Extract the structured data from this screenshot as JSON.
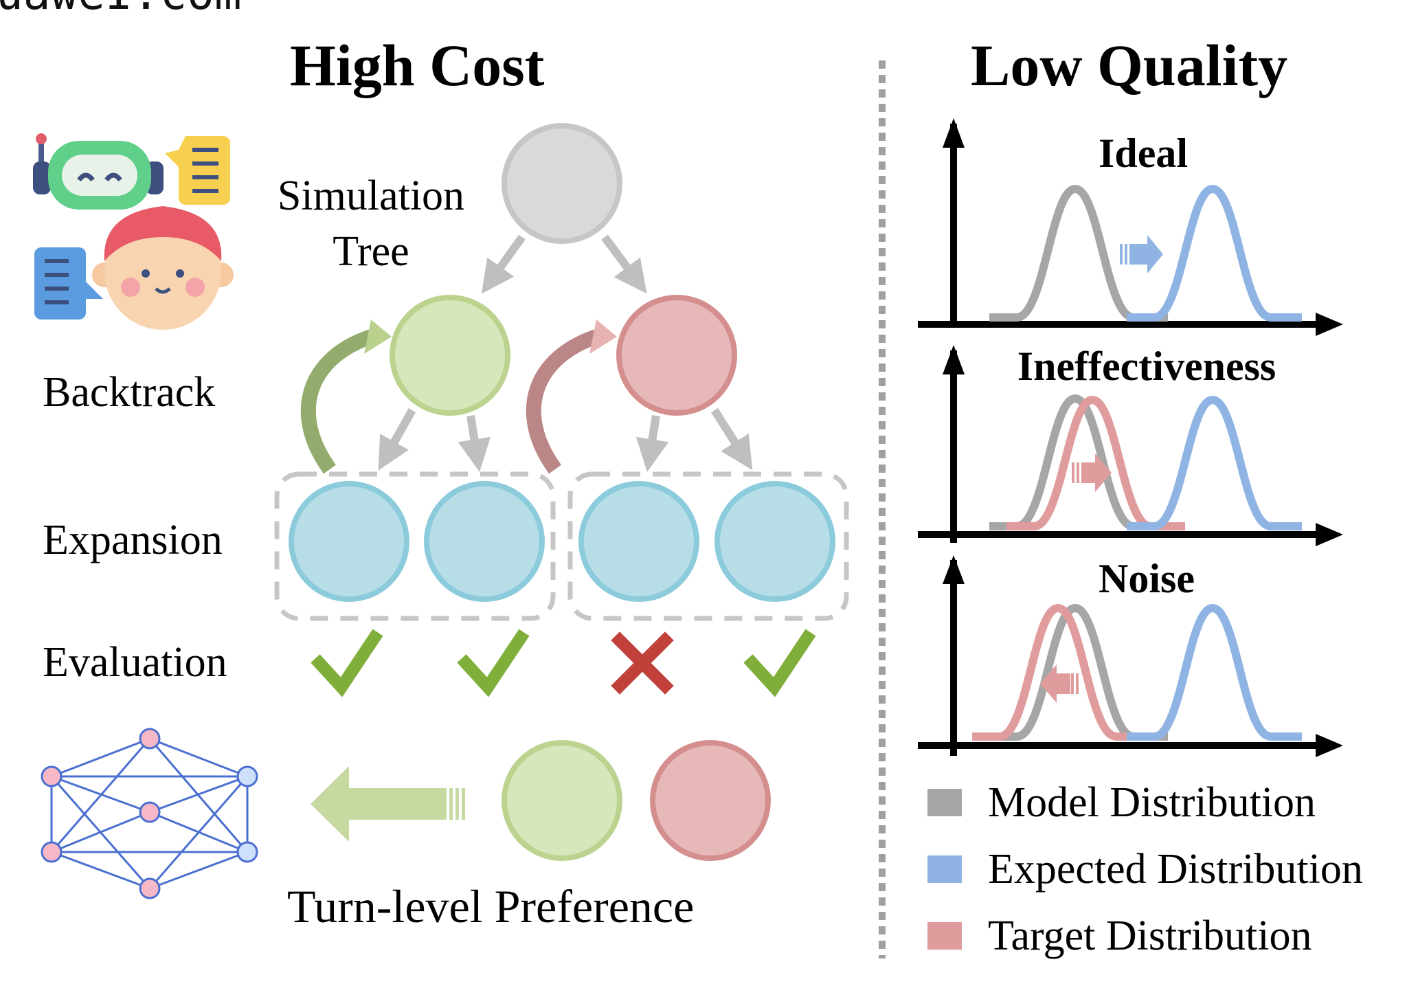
{
  "top_cropped_text": "uaweI.com",
  "left_panel": {
    "title": "High Cost",
    "simulation_tree_label": [
      "Simulation",
      "Tree"
    ],
    "row_labels": {
      "backtrack": "Backtrack",
      "expansion": "Expansion",
      "evaluation": "Evaluation"
    },
    "evaluation_marks": [
      "check",
      "check",
      "cross",
      "check"
    ],
    "footer_label": "Turn-level Preference"
  },
  "right_panel": {
    "title": "Low Quality",
    "plots": [
      {
        "title": "Ideal",
        "arrow_direction": "right",
        "arrow_color": "blue"
      },
      {
        "title": "Ineffectiveness",
        "arrow_direction": "right",
        "arrow_color": "red"
      },
      {
        "title": "Noise",
        "arrow_direction": "left",
        "arrow_color": "red"
      }
    ],
    "legend": [
      {
        "label": "Model Distribution",
        "color": "#a6a6a6"
      },
      {
        "label": "Expected Distribution",
        "color": "#8fb4e3"
      },
      {
        "label": "Target Distribution",
        "color": "#e09c9c"
      }
    ]
  },
  "colors": {
    "gray_node": "#d9d9d9",
    "gray_node_stroke": "#bfbfbf",
    "green_node": "#d8e6bc",
    "green_node_stroke": "#bcd38f",
    "red_node": "#e6b8b8",
    "red_node_stroke": "#d48e8e",
    "blue_node": "#b7dde6",
    "blue_node_stroke": "#8ccbdc",
    "check": "#7fae3b",
    "cross": "#c0413a",
    "model_curve": "#a6a6a6",
    "expected_curve": "#8fb4e3",
    "target_curve": "#e09c9c"
  }
}
